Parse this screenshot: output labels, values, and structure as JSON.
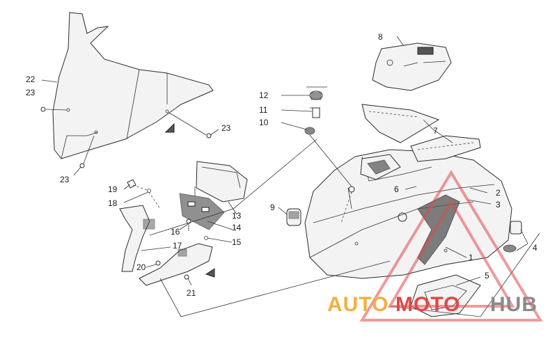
{
  "callouts": [
    {
      "id": "c1",
      "text": "1"
    },
    {
      "id": "c2",
      "text": "2"
    },
    {
      "id": "c3",
      "text": "3"
    },
    {
      "id": "c4",
      "text": "4"
    },
    {
      "id": "c5",
      "text": "5"
    },
    {
      "id": "c6",
      "text": "6"
    },
    {
      "id": "c7",
      "text": "7"
    },
    {
      "id": "c8",
      "text": "8"
    },
    {
      "id": "c9",
      "text": "9"
    },
    {
      "id": "c10",
      "text": "10"
    },
    {
      "id": "c11",
      "text": "11"
    },
    {
      "id": "c12",
      "text": "12"
    },
    {
      "id": "c13",
      "text": "13"
    },
    {
      "id": "c14",
      "text": "14"
    },
    {
      "id": "c15",
      "text": "15"
    },
    {
      "id": "c16",
      "text": "16"
    },
    {
      "id": "c17",
      "text": "17"
    },
    {
      "id": "c18",
      "text": "18"
    },
    {
      "id": "c19",
      "text": "19"
    },
    {
      "id": "c20",
      "text": "20"
    },
    {
      "id": "c21",
      "text": "21"
    },
    {
      "id": "c22",
      "text": "22"
    },
    {
      "id": "c23a",
      "text": "23"
    },
    {
      "id": "c23b",
      "text": "23"
    },
    {
      "id": "c23c",
      "text": "23"
    }
  ],
  "watermark": {
    "part1": "AUTO",
    "part2": "MOTO",
    "part3": "HUB",
    "color_orange": "#f0b040",
    "color_red": "#e04848",
    "color_gray": "#8a8a8a"
  }
}
